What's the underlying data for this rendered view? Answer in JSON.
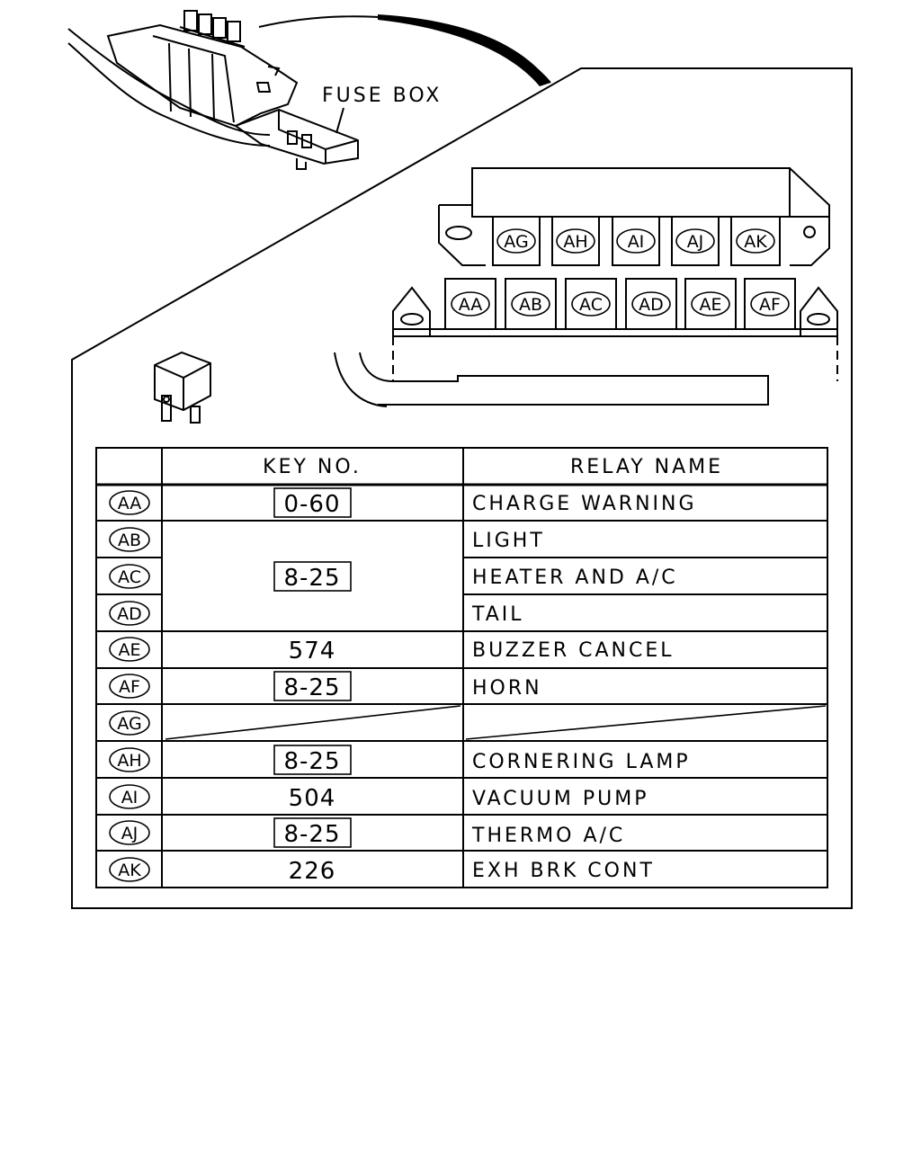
{
  "diagram": {
    "fuse_box_label": "FUSE BOX",
    "socket_row_top": [
      "AG",
      "AH",
      "AI",
      "AJ",
      "AK"
    ],
    "socket_row_bottom": [
      "AA",
      "AB",
      "AC",
      "AD",
      "AE",
      "AF"
    ]
  },
  "table": {
    "headers": {
      "key": "KEY NO.",
      "name": "RELAY NAME"
    },
    "rows": [
      {
        "code": "AA",
        "key": "0-60",
        "key_boxed": true,
        "name": "CHARGE WARNING"
      },
      {
        "code": "AB",
        "key": "",
        "key_boxed": false,
        "name": "LIGHT"
      },
      {
        "code": "AC",
        "key": "8-25",
        "key_boxed": true,
        "name": "HEATER AND A/C"
      },
      {
        "code": "AD",
        "key": "",
        "key_boxed": false,
        "name": "TAIL"
      },
      {
        "code": "AE",
        "key": "574",
        "key_boxed": false,
        "name": "BUZZER CANCEL"
      },
      {
        "code": "AF",
        "key": "8-25",
        "key_boxed": true,
        "name": "HORN"
      },
      {
        "code": "AG",
        "key": "",
        "key_boxed": false,
        "name": ""
      },
      {
        "code": "AH",
        "key": "8-25",
        "key_boxed": true,
        "name": "CORNERING LAMP"
      },
      {
        "code": "AI",
        "key": "504",
        "key_boxed": false,
        "name": "VACUUM PUMP"
      },
      {
        "code": "AJ",
        "key": "8-25",
        "key_boxed": true,
        "name": "THERMO A/C"
      },
      {
        "code": "AK",
        "key": "226",
        "key_boxed": false,
        "name": "EXH BRK CONT"
      }
    ]
  }
}
